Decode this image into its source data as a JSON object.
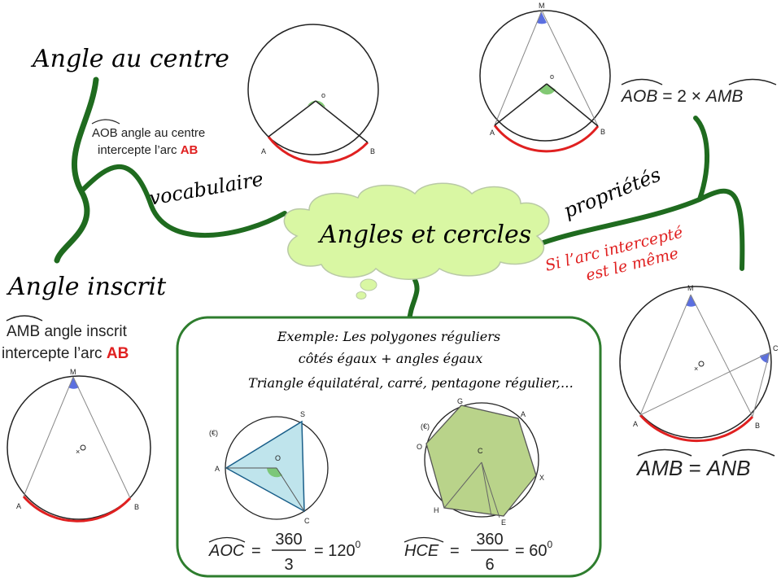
{
  "title": "Angles et cercles",
  "branches": {
    "centre": {
      "heading": "Angle au centre",
      "angle_name": "AOB",
      "desc_rest": " angle au centre",
      "desc_line2": "intercepte l’arc ",
      "arc": "AB"
    },
    "inscrit": {
      "heading": "Angle inscrit",
      "angle_name": "AMB",
      "desc_rest": " angle inscrit",
      "desc_line2": "intercepte l’arc ",
      "arc": "AB"
    },
    "vocabulaire": "vocabulaire",
    "proprietes": "propriétés",
    "condition_line1": "Si l’arc intercepté",
    "condition_line2": "est le même"
  },
  "properties": {
    "relation1": {
      "left": "AOB",
      "middle": " = 2 × ",
      "right": "AMB"
    },
    "relation2": {
      "left": "AMB",
      "middle": " = ",
      "right": "ANB"
    }
  },
  "example": {
    "line1": "Exemple: Les polygones réguliers",
    "line2": "côtés égaux + angles égaux",
    "line3": "Triangle équilatéral, carré, pentagone régulier,…",
    "triangle": {
      "circle_label": "(€)",
      "angle_name": "AOC",
      "numerator": "360",
      "denominator": "3",
      "result": "= 120",
      "exponent": "0"
    },
    "heptagon": {
      "circle_label": "(€)",
      "angle_name": "HCE",
      "numerator": "360",
      "denominator": "6",
      "result": "= 60",
      "exponent": "0"
    }
  },
  "point_labels": {
    "O": "O",
    "A": "A",
    "B": "B",
    "M": "M",
    "C": "C",
    "S": "S",
    "G": "G",
    "E": "E",
    "H": "H",
    "X": "X",
    "o": "o"
  },
  "colors": {
    "branch": "#1f6b1f",
    "arc": "#e02020",
    "cloud": "#d9f7a3",
    "box_border": "#2e7d2e",
    "triangle_fill": "#bfe4ec",
    "heptagon_fill": "#b9d38a",
    "angle_green": "#6cbf5c",
    "angle_blue": "#5b6fe0",
    "condition_red": "#e02020"
  }
}
